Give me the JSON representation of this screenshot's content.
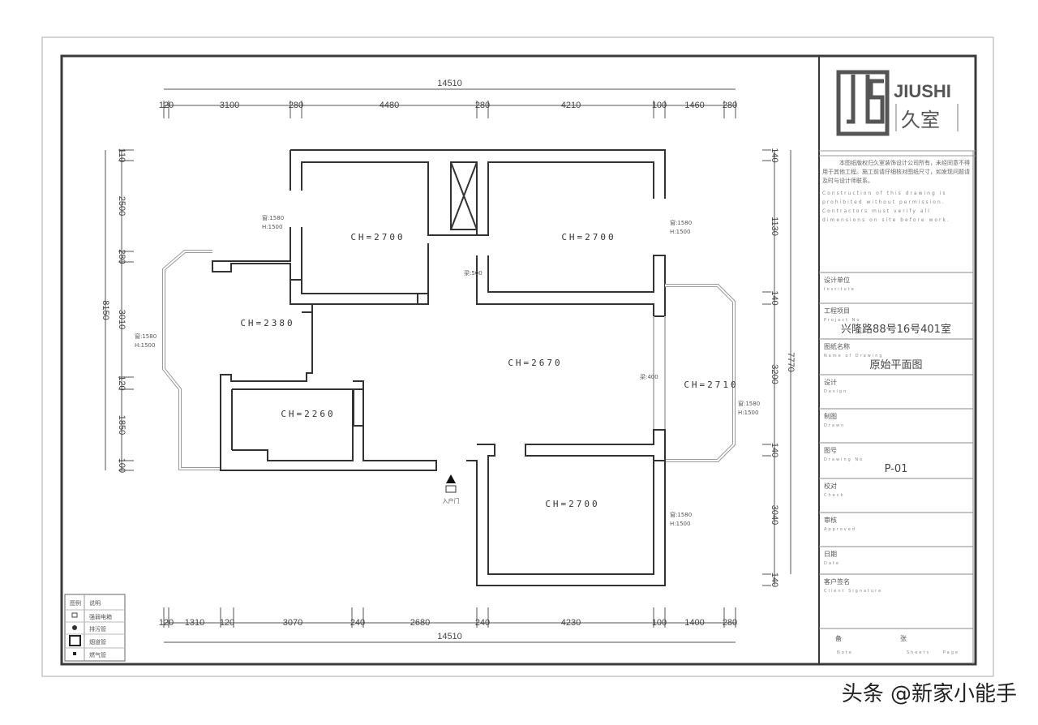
{
  "logo": {
    "mark": "JS",
    "brand": "JIUSHI",
    "brand_cn": "久室"
  },
  "dimensions": {
    "top": {
      "total": "14510",
      "segments": [
        "120",
        "3100",
        "280",
        "4480",
        "280",
        "4210",
        "100",
        "1460",
        "280"
      ]
    },
    "bottom": {
      "total": "14510",
      "segments": [
        "120",
        "1310",
        "120",
        "3070",
        "240",
        "2680",
        "240",
        "4230",
        "100",
        "1400",
        "280"
      ]
    },
    "left": {
      "total": "8150",
      "segments": [
        "110",
        "2500",
        "280",
        "3010",
        "120",
        "1850",
        "100"
      ]
    },
    "right": {
      "total": "7770",
      "segments": [
        "140",
        "1130",
        "140",
        "3200",
        "140",
        "3040",
        "140"
      ]
    }
  },
  "rooms": [
    {
      "label": "CH=2700"
    },
    {
      "label": "CH=2700"
    },
    {
      "label": "CH=2380"
    },
    {
      "label": "CH=2670"
    },
    {
      "label": "CH=2710"
    },
    {
      "label": "CH=2260"
    },
    {
      "label": "CH=2700"
    }
  ],
  "notes": [
    {
      "line1": "窗:1580",
      "line2": "H:1500"
    },
    {
      "line1": "窗:1580",
      "line2": "H:1500"
    },
    {
      "line1": "窗:1580",
      "line2": "H:1500"
    },
    {
      "line1": "梁:500"
    },
    {
      "line1": "梁:400"
    },
    {
      "line1": "窗:1580",
      "line2": "H:1500"
    },
    {
      "line1": "窗:1580",
      "line2": "H:1500"
    }
  ],
  "entrance": {
    "label": "入户门"
  },
  "legend": {
    "headers": [
      "图例",
      "说明"
    ],
    "items": [
      {
        "icon": "distribution-box-icon",
        "label": "强弱电箱"
      },
      {
        "icon": "pipe-icon",
        "label": "排污管"
      },
      {
        "icon": "flue-icon",
        "label": "烟道管"
      },
      {
        "icon": "gas-icon",
        "label": "燃气管"
      }
    ]
  },
  "title_block": {
    "statement_cn": "本图纸版权归久室装饰设计公司所有，未经同意不得用于其他工程。施工前请仔细核对图纸尺寸，如发现问题请及时与设计师联系。",
    "statement_en": "Construction of this drawing is prohibited without permission. Contractors must verify all dimensions on site before work.",
    "fields": [
      {
        "cn": "设计单位",
        "en": "Institute",
        "value": ""
      },
      {
        "cn": "工程项目",
        "en": "Project No",
        "value": "兴隆路88号16号401室"
      },
      {
        "cn": "图纸名称",
        "en": "Name of Drawing",
        "value": "原始平面图"
      },
      {
        "cn": "设计",
        "en": "Design",
        "value": ""
      },
      {
        "cn": "制图",
        "en": "Drawn",
        "value": ""
      },
      {
        "cn": "图号",
        "en": "Drawing No",
        "value": "P-01"
      },
      {
        "cn": "校对",
        "en": "Check",
        "value": ""
      },
      {
        "cn": "审核",
        "en": "Approved",
        "value": ""
      },
      {
        "cn": "日期",
        "en": "Date",
        "value": ""
      },
      {
        "cn": "客户签名",
        "en": "Client Signature",
        "value": ""
      }
    ],
    "footer": [
      {
        "cn": "备",
        "en": "Note"
      },
      {
        "cn": "张",
        "en": "Sheets"
      },
      {
        "cn": "",
        "en": "Page"
      }
    ]
  },
  "watermark": "头条 @新家小能手",
  "colors": {
    "wall": "#333333",
    "frame": "#3a3a3a",
    "dim": "#555555"
  }
}
